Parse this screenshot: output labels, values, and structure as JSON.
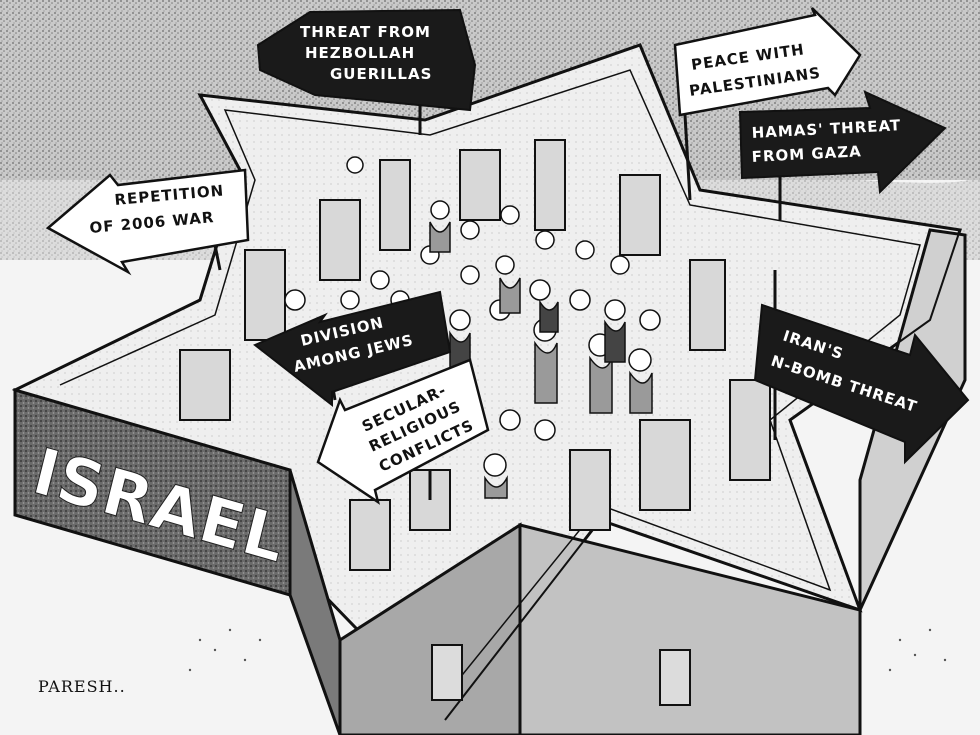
{
  "cartoon": {
    "wall_label": "ISRAEL",
    "signature": "PARESH..",
    "signs": {
      "threat_hezbollah": [
        "THREAT FROM",
        "HEZBOLLAH",
        "GUERILLAS"
      ],
      "peace_palestinians": [
        "PEACE WITH",
        "PALESTINIANS"
      ],
      "hamas_gaza": [
        "HAMAS' THREAT",
        "FROM GAZA"
      ],
      "repetition_2006": [
        "REPETITION",
        "OF 2006 WAR"
      ],
      "division_jews": [
        "DIVISION",
        "AMONG JEWS"
      ],
      "iran_nbomb": [
        "IRAN'S",
        "N-BOMB THREAT"
      ],
      "secular_religious": [
        "SECULAR-",
        "RELIGIOUS",
        "CONFLICTS"
      ]
    }
  },
  "colors": {
    "sky_stipple": "#9a9a9a",
    "wall_dark": "#5a5a5a",
    "wall_mid": "#b8b8b8",
    "floor": "#e6e6e6",
    "ink": "#111111",
    "sign_dark": "#1a1a1a",
    "sign_light": "#ffffff"
  }
}
